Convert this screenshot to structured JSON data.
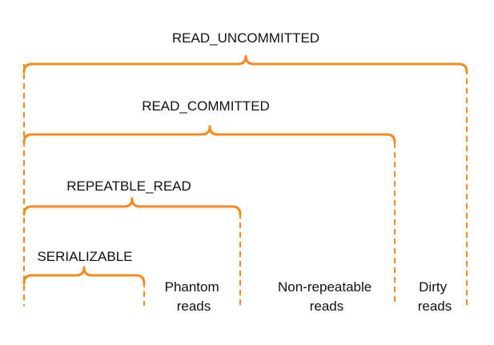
{
  "colors": {
    "accent": "#f5891f",
    "text": "#111111",
    "background": "#ffffff"
  },
  "levels": [
    {
      "id": "read-uncommitted",
      "label": "READ_UNCOMMITTED"
    },
    {
      "id": "read-committed",
      "label": "READ_COMMITTED"
    },
    {
      "id": "repeatable-read",
      "label": "REPEATBLE_READ"
    },
    {
      "id": "serializable",
      "label": "SERIALIZABLE"
    }
  ],
  "phenomena": [
    {
      "id": "phantom-reads",
      "lines": [
        "Phantom",
        "reads"
      ]
    },
    {
      "id": "non-repeatable-reads",
      "lines": [
        "Non-repeatable",
        "reads"
      ]
    },
    {
      "id": "dirty-reads",
      "lines": [
        "Dirty",
        "reads"
      ]
    }
  ]
}
